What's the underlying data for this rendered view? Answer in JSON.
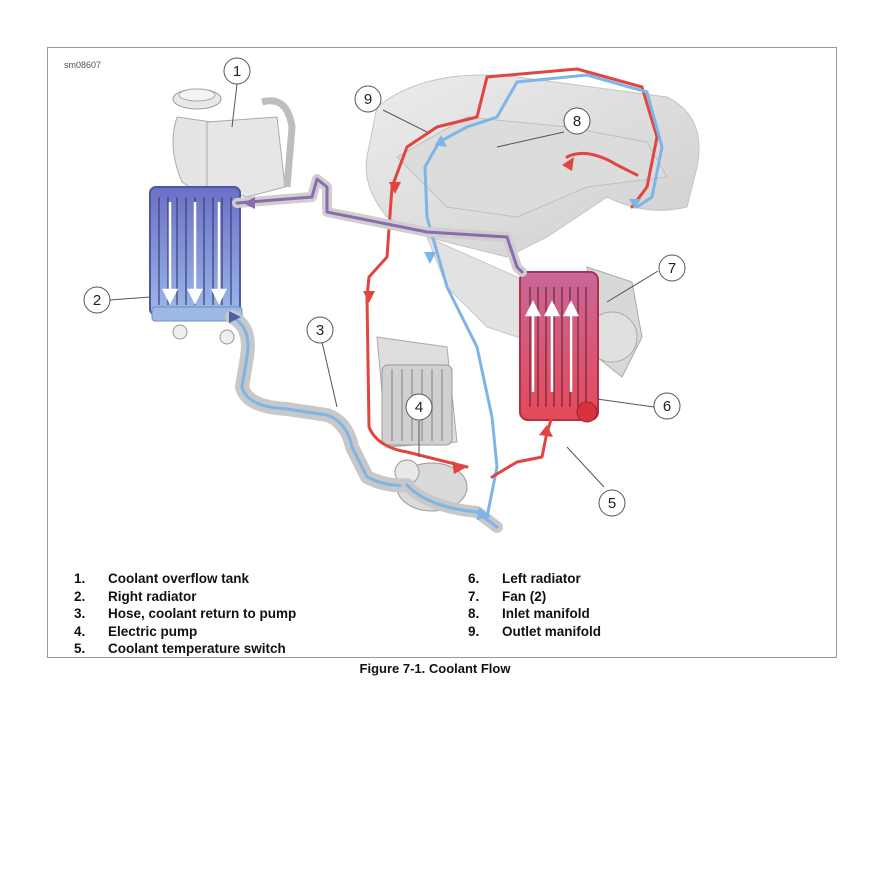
{
  "figure": {
    "reference_code": "sm08607",
    "caption": "Figure 7-1. Coolant Flow"
  },
  "callouts": [
    "1",
    "2",
    "3",
    "4",
    "5",
    "6",
    "7",
    "8",
    "9"
  ],
  "legend": {
    "left": [
      {
        "num": "1.",
        "label": "Coolant overflow tank"
      },
      {
        "num": "2.",
        "label": "Right radiator"
      },
      {
        "num": "3.",
        "label": "Hose, coolant return to pump"
      },
      {
        "num": "4.",
        "label": "Electric pump"
      },
      {
        "num": "5.",
        "label": "Coolant temperature switch"
      }
    ],
    "right": [
      {
        "num": "6.",
        "label": "Left radiator"
      },
      {
        "num": "7.",
        "label": "Fan (2)"
      },
      {
        "num": "8.",
        "label": "Inlet manifold"
      },
      {
        "num": "9.",
        "label": "Outlet manifold"
      }
    ]
  },
  "colors": {
    "hot_coolant": "#e0453f",
    "cold_coolant": "#7fb4e6",
    "return_line": "#8a6bb0",
    "right_radiator": "#6f74c4",
    "left_radiator": "#d9506f"
  }
}
